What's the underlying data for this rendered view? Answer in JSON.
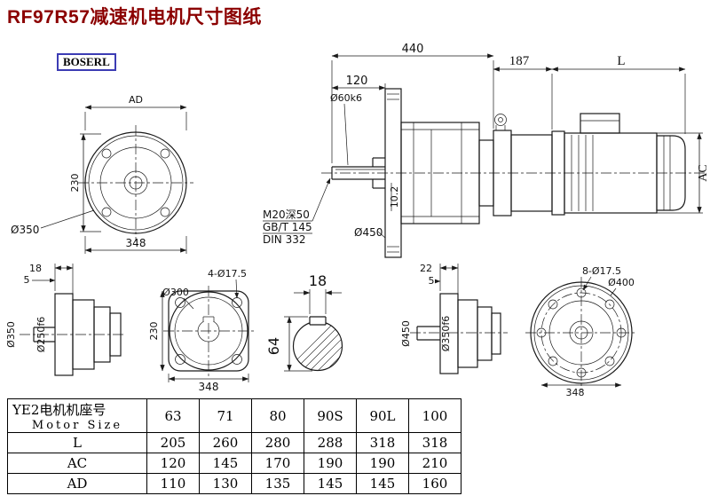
{
  "page": {
    "title": "RF97R57减速机电机尺寸图纸",
    "logo": "BOSERL",
    "title_color": "#8B0000",
    "logo_border_color": "#3C3CB4",
    "line_color": "#1A1A1A"
  },
  "drawing": {
    "front_view_top": {
      "dim_ad": "AD",
      "dim_230": "230",
      "dim_d350": "Ø350",
      "dim_348": "348"
    },
    "main_view": {
      "dim_440": "440",
      "dim_120": "120",
      "dim_shaft": "Ø60k6",
      "dim_187": "187",
      "dim_L": "L",
      "dim_AC": "AC",
      "note_m20": "M20深50",
      "note_gbt": "GB/T 145",
      "note_din": "DIN 332",
      "dim_d450": "Ø450",
      "dim_key": "10.2"
    },
    "side_view_left": {
      "dim_18": "18",
      "dim_5": "5",
      "dim_d350": "Ø350",
      "dim_d250": "Ø250f6"
    },
    "flange_view_left": {
      "dim_holes": "4-Ø17.5",
      "dim_d300": "Ø300",
      "dim_230": "230",
      "dim_348": "348"
    },
    "shaft_section": {
      "dim_18": "18",
      "dim_64": "64"
    },
    "side_view_right": {
      "dim_22": "22",
      "dim_5": "5",
      "dim_d450": "Ø450",
      "dim_d350": "Ø350f6"
    },
    "flange_view_right": {
      "dim_holes": "8-Ø17.5",
      "dim_d400": "Ø400",
      "dim_348": "348"
    }
  },
  "table": {
    "header": {
      "line1": "YE2电机机座号",
      "line2": "Motor Size"
    },
    "sizes": [
      "63",
      "71",
      "80",
      "90S",
      "90L",
      "100"
    ],
    "rows": [
      {
        "label": "L",
        "values": [
          "205",
          "260",
          "280",
          "288",
          "318",
          "318"
        ]
      },
      {
        "label": "AC",
        "values": [
          "120",
          "145",
          "170",
          "190",
          "190",
          "210"
        ]
      },
      {
        "label": "AD",
        "values": [
          "110",
          "130",
          "135",
          "145",
          "145",
          "160"
        ]
      }
    ]
  }
}
